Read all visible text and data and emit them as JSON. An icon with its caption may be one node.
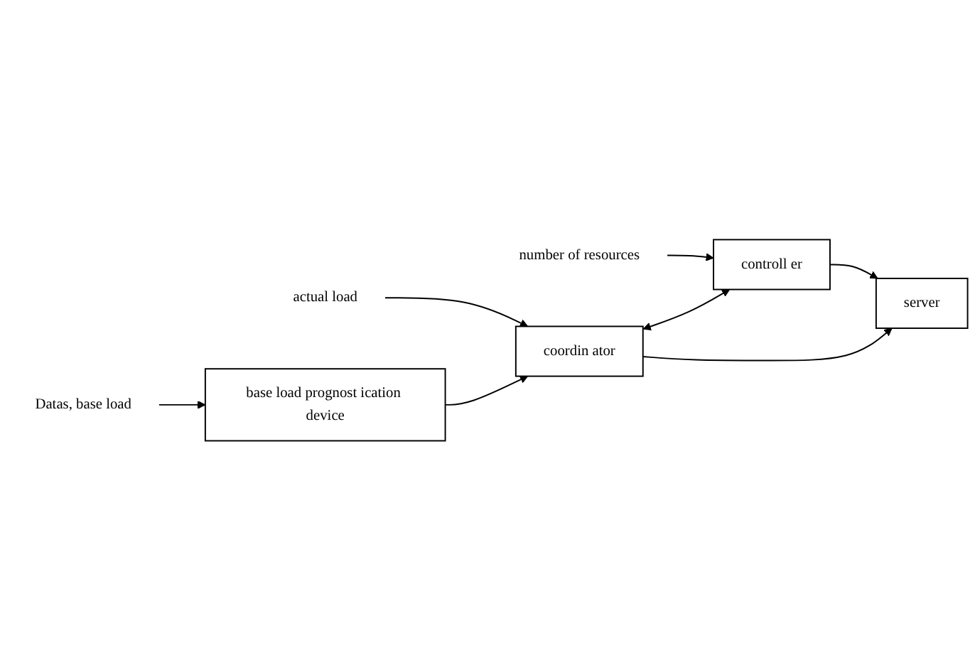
{
  "diagram": {
    "nodes": [
      {
        "text": [
          "Datas, base load"
        ]
      },
      {
        "text": [
          "actual load"
        ]
      },
      {
        "text": [
          "number of resources"
        ]
      },
      {
        "text": [
          "base load prognost ication device"
        ]
      },
      {
        "text": [
          "coordin ator"
        ]
      },
      {
        "text": [
          "controll er"
        ]
      },
      {
        "text": [
          "server"
        ]
      }
    ],
    "edges": [
      {
        "from": 0,
        "to": 3,
        "arrow": "to"
      },
      {
        "from": 1,
        "to": 4,
        "arrow": "to"
      },
      {
        "from": 2,
        "to": 5,
        "arrow": "to"
      },
      {
        "from": 3,
        "to": 4,
        "arrow": "to"
      },
      {
        "from": 4,
        "to": 5,
        "arrow": "both"
      },
      {
        "from": 5,
        "to": 6,
        "arrow": "to"
      },
      {
        "from": 4,
        "to": 6,
        "arrow": "to"
      }
    ]
  }
}
